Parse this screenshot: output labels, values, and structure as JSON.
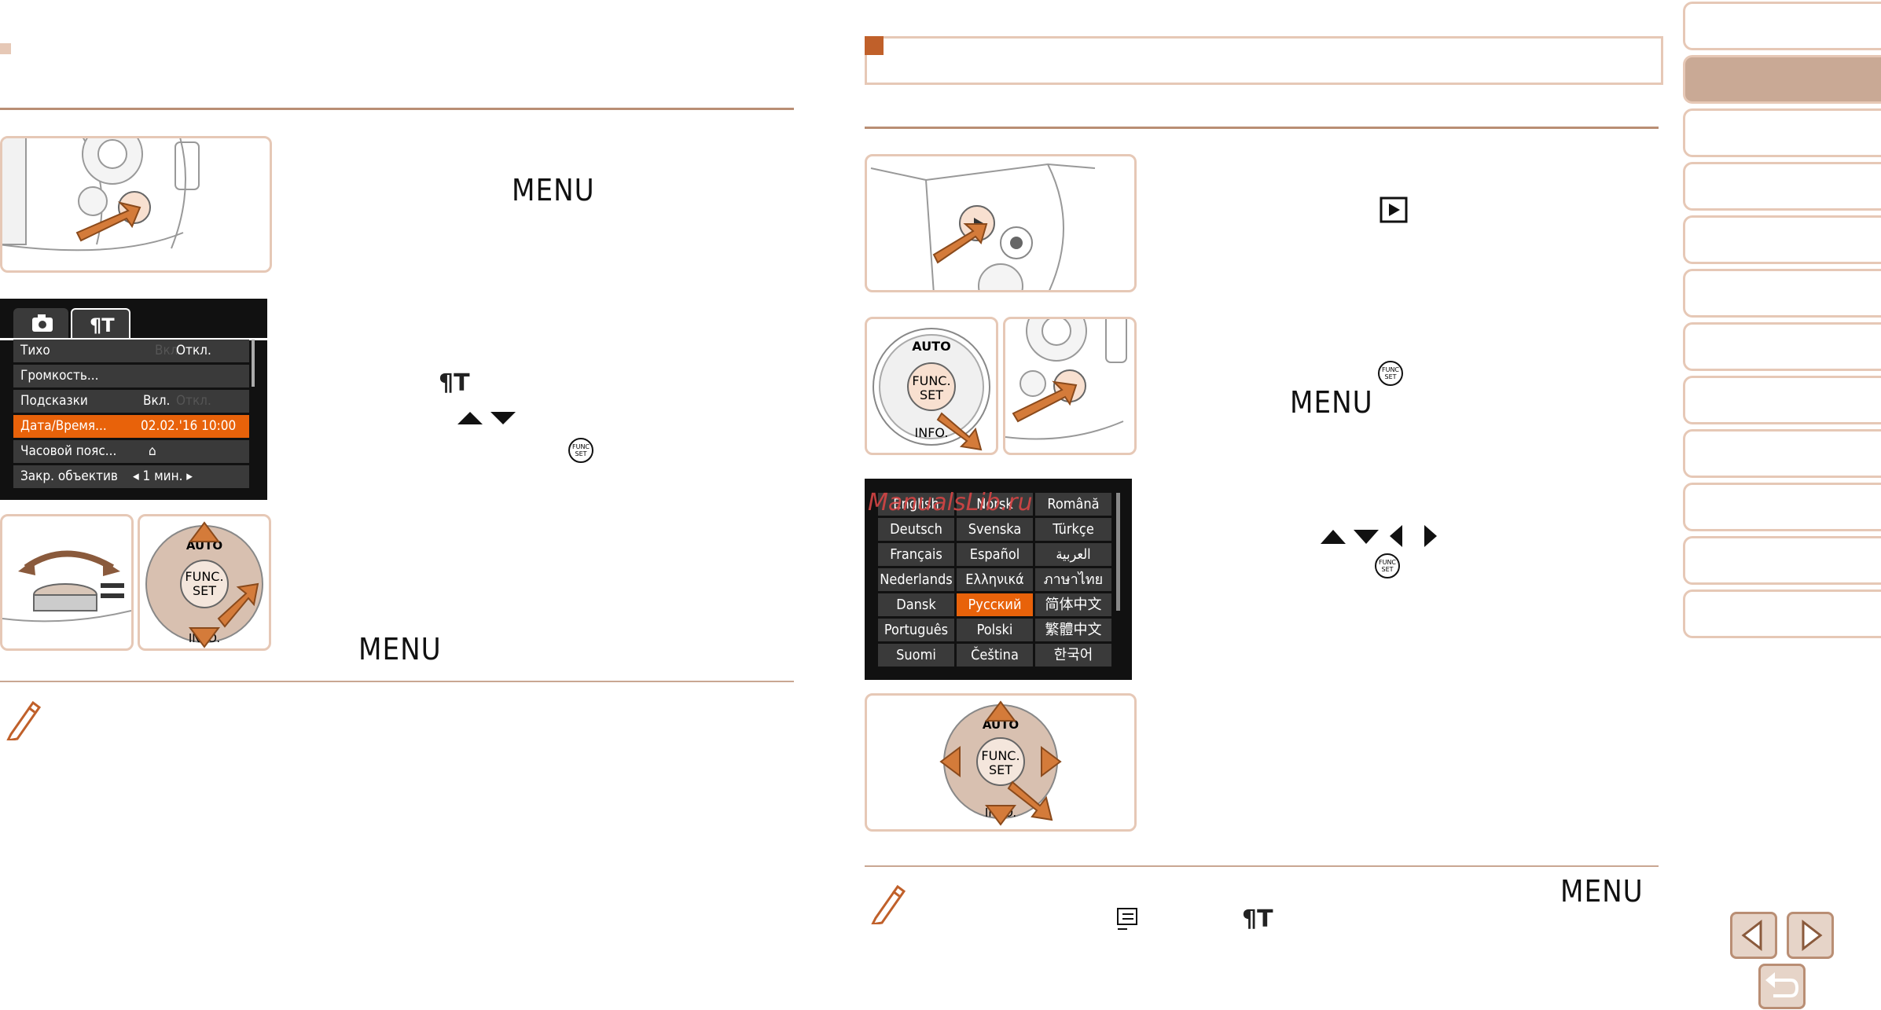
{
  "left_page": {
    "menu_label_1": "MENU",
    "menu_label_2": "MENU",
    "settings_menu": {
      "rows": [
        {
          "label": "Тихо",
          "value_dim": "Вкл.",
          "value": "Откл."
        },
        {
          "label": "Громкость...",
          "value_dim": "",
          "value": ""
        },
        {
          "label": "Подсказки",
          "value_dim": "",
          "value": "Вкл.",
          "value_after": "Откл."
        },
        {
          "label": "Дата/Время...",
          "value_dim": "",
          "value": "02.02.'16 10:00"
        },
        {
          "label": "Часовой пояс...",
          "value_dim": "",
          "value": "⌂"
        },
        {
          "label": "Закр. объектив",
          "value_dim": "",
          "value": "◂ 1 мин. ▸"
        }
      ]
    },
    "func_set_label": "FUNC.\nSET",
    "auto_label": "AUTO",
    "info_label": "INFO."
  },
  "right_page": {
    "menu_label_1": "MENU",
    "menu_label_2": "MENU",
    "func_label": "FUNC.",
    "set_label": "SET",
    "auto_label": "AUTO",
    "info_label": "INFO.",
    "language_grid": [
      [
        "English",
        "Norsk",
        "Română"
      ],
      [
        "Deutsch",
        "Svenska",
        "Türkçe"
      ],
      [
        "Français",
        "Español",
        "العربية"
      ],
      [
        "Nederlands",
        "Ελληνικά",
        "ภาษาไทย"
      ],
      [
        "Dansk",
        "Русский",
        "简体中文"
      ],
      [
        "Português",
        "Polski",
        "繁體中文"
      ],
      [
        "Suomi",
        "Čeština",
        "한국어"
      ]
    ],
    "selected_language": "Русский",
    "watermark": "ManualsLib.ru"
  },
  "colors": {
    "accent": "#c0602a",
    "rule": "#b98e74",
    "box_border": "#e6c8b6",
    "menu_highlight": "#e8620a",
    "tab_active": "#c9a995"
  }
}
